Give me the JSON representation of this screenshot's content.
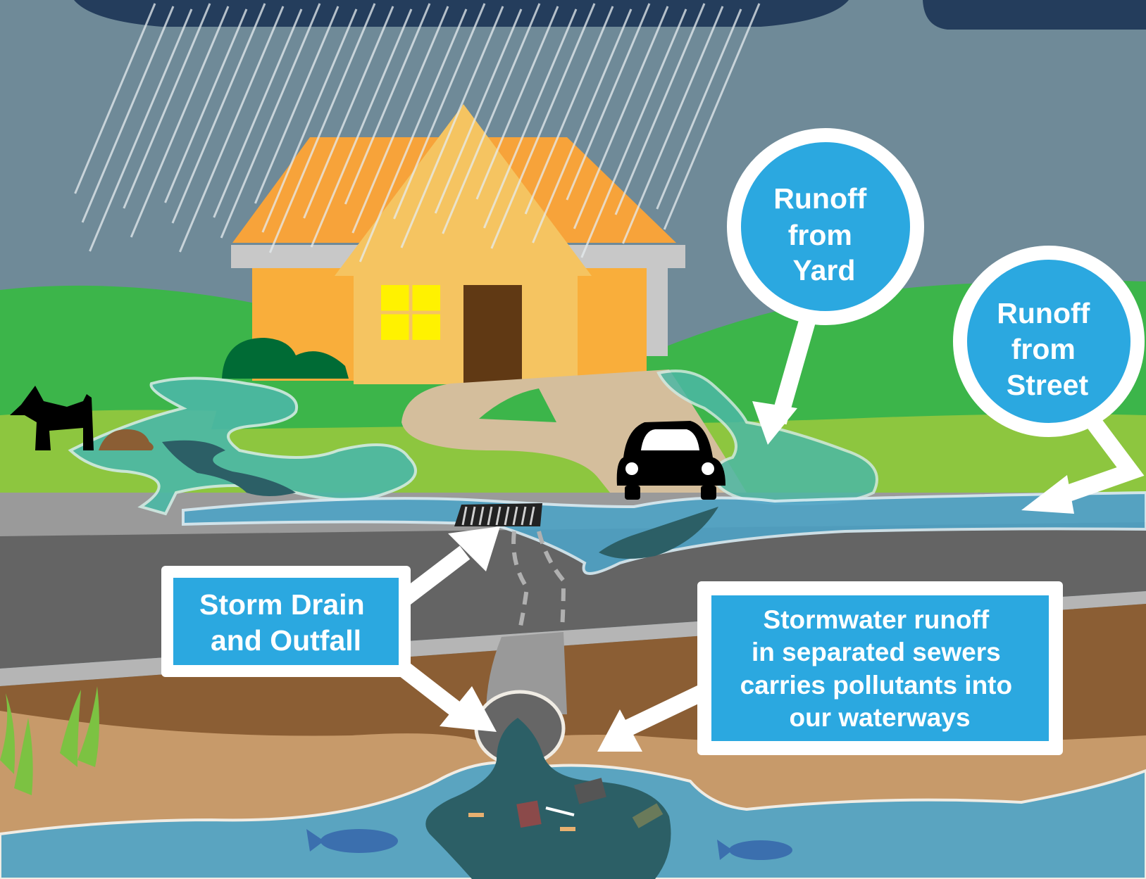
{
  "labels": {
    "yard": [
      "Runoff",
      "from",
      "Yard"
    ],
    "street": [
      "Runoff",
      "from",
      "Street"
    ],
    "drain": [
      "Storm Drain",
      "and Outfall"
    ],
    "stormwater": [
      "Stormwater runoff",
      "in separated sewers",
      "carries pollutants into",
      "our waterways"
    ]
  },
  "colors": {
    "sky": "#6f8a98",
    "cloud": "#243d5c",
    "label_blue": "#2ba8e0",
    "grass": "#3cb54a",
    "grass_light": "#8dc63f",
    "runoff_water": "#4cb8a5",
    "street": "#646464",
    "soil": "#8b5e34",
    "sand": "#c79a6a",
    "waterway": "#5aa4c0",
    "house_wall": "#f9ae3b",
    "house_roof": "#f7a33a"
  }
}
